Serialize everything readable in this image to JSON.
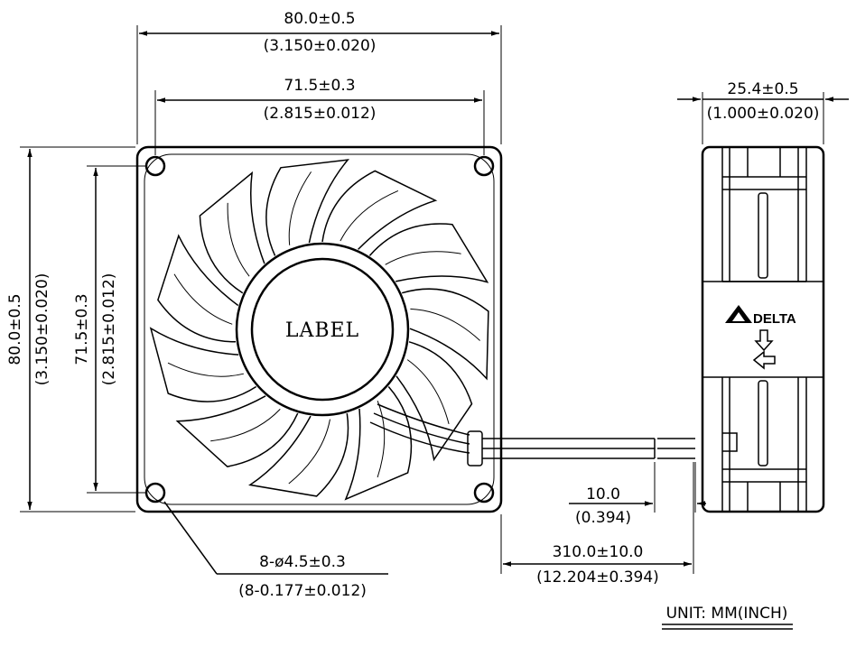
{
  "dimensions": {
    "overall_width_mm": "80.0±0.5",
    "overall_width_in": "(3.150±0.020)",
    "hole_spacing_h_mm": "71.5±0.3",
    "hole_spacing_h_in": "(2.815±0.012)",
    "overall_height_mm": "80.0±0.5",
    "overall_height_in": "(3.150±0.020)",
    "hole_spacing_v_mm": "71.5±0.3",
    "hole_spacing_v_in": "(2.815±0.012)",
    "depth_mm": "25.4±0.5",
    "depth_in": "(1.000±0.020)",
    "strip_mm": "10.0",
    "strip_in": "(0.394)",
    "lead_length_mm": "310.0±10.0",
    "lead_length_in": "(12.204±0.394)",
    "holes_mm": "8-ø4.5±0.3",
    "holes_in": "(8-0.177±0.012)"
  },
  "hub_label": "LABEL",
  "brand": "DELTA",
  "unit_note": "UNIT:  MM(INCH)"
}
